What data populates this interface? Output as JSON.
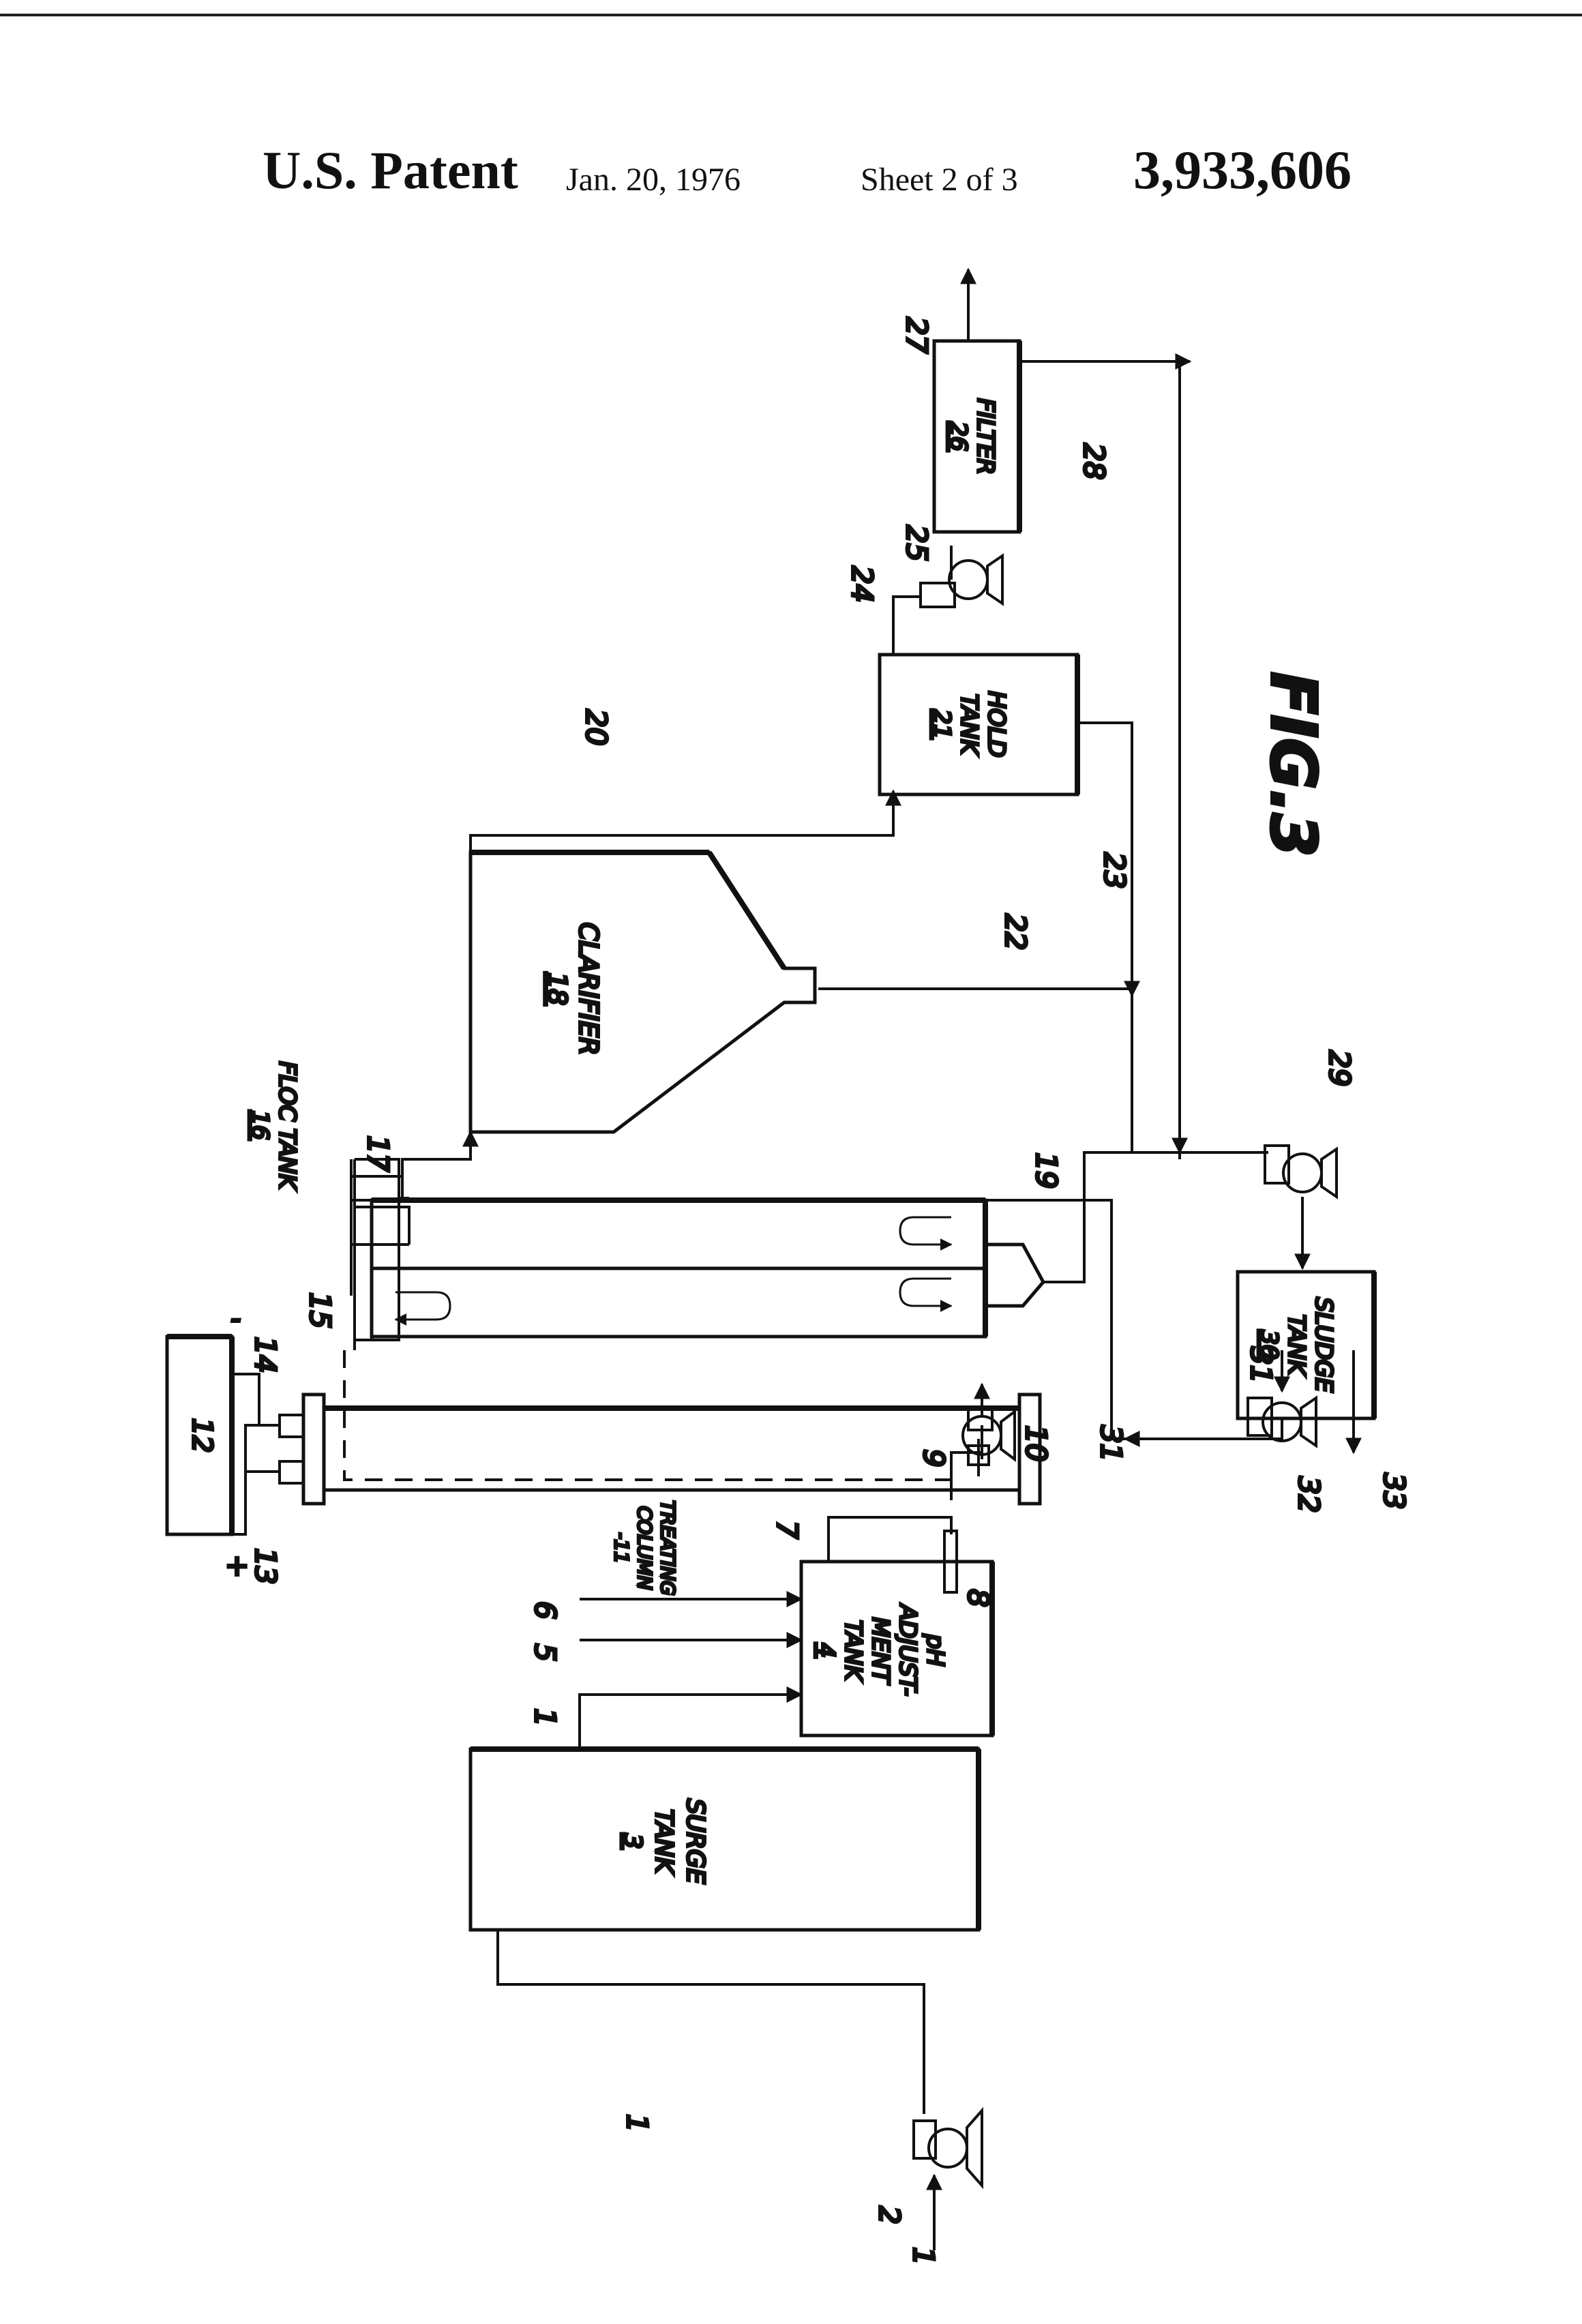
{
  "header": {
    "patent": "U.S. Patent",
    "date": "Jan. 20, 1976",
    "sheet": "Sheet 2 of 3",
    "number": "3,933,606"
  },
  "figure": {
    "title": "FIG.3",
    "components": {
      "surge_tank": {
        "line1": "SURGE",
        "line2": "TANK",
        "num": "3"
      },
      "ph_tank": {
        "line1": "pH",
        "line2": "ADJUST-",
        "line3": "MENT",
        "line4": "TANK",
        "num": "4"
      },
      "treating_column": {
        "line1": "TREATING",
        "line2": "COLUMN",
        "num": "-11"
      },
      "power_supply": {
        "num": "12"
      },
      "floc_tank": {
        "line1": "FLOC TANK",
        "num": "16"
      },
      "clarifier": {
        "line1": "CLARIFIER",
        "num": "18"
      },
      "hold_tank": {
        "line1": "HOLD",
        "line2": "TANK",
        "num": "21"
      },
      "filter": {
        "line1": "FILTER",
        "num": "26"
      },
      "sludge_tank": {
        "line1": "SLUDGE",
        "line2": "TANK",
        "num": "30"
      }
    },
    "refs": {
      "r1a": "1",
      "r1b": "1",
      "r1c": "1",
      "r2": "2",
      "r5": "5",
      "r6": "6",
      "r7": "7",
      "r8": "8",
      "r9": "9",
      "r10": "10",
      "r13": "13",
      "r14": "14",
      "r15": "15",
      "r17": "17",
      "r19": "19",
      "r20": "20",
      "r22": "22",
      "r23": "23",
      "r24": "24",
      "r25": "25",
      "r27": "27",
      "r28": "28",
      "r29": "29",
      "r31a": "31",
      "r31b": "31",
      "r32": "32",
      "r33": "33"
    },
    "polarity": {
      "plus": "+",
      "minus": "-"
    }
  }
}
